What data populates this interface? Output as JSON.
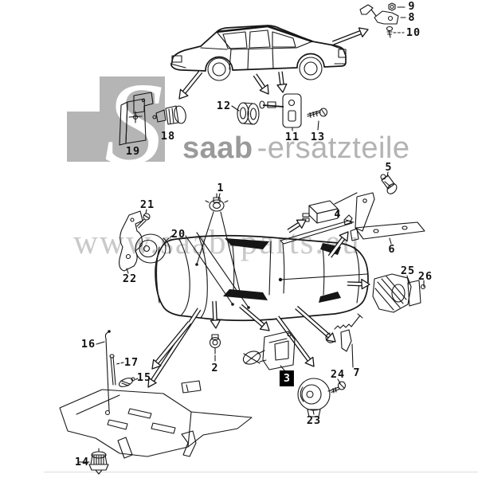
{
  "page": {
    "background": "#ffffff",
    "ink_color": "#161616"
  },
  "watermarks": {
    "logo_letter": "S",
    "tile_color": "#b5b5b5",
    "brand_bold": "saab",
    "brand_light": "-ersatzteile",
    "brand_bold_color": "#9a9a9a",
    "brand_light_color": "#b3b3b3",
    "url_text": "www.saab-parts.eu",
    "url_color": "#c9c9c9"
  },
  "diagram": {
    "description_labels": "exploded parts diagram callout numbers",
    "labels": {
      "p1": "1",
      "p2": "2",
      "p3": "3",
      "p4": "4",
      "p5": "5",
      "p6": "6",
      "p7": "7",
      "p8": "8",
      "p9": "9",
      "p10": "10",
      "p11": "11",
      "p12": "12",
      "p13": "13",
      "p14": "14",
      "p15": "15",
      "p16": "16",
      "p17": "17",
      "p18": "18",
      "p19": "19",
      "p20": "20",
      "p21": "21",
      "p22": "22",
      "p23": "23",
      "p24": "24",
      "p25": "25",
      "p26": "26"
    }
  }
}
